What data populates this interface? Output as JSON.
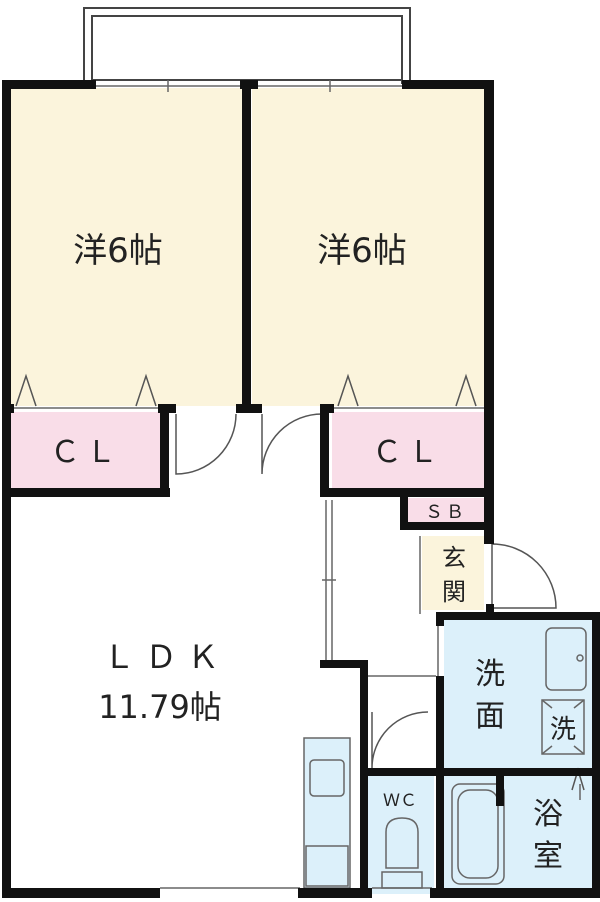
{
  "rooms": {
    "bedroom_left": {
      "label": "洋6帖"
    },
    "bedroom_right": {
      "label": "洋6帖"
    },
    "closet_left": {
      "label": "ＣＬ"
    },
    "closet_right": {
      "label": "ＣＬ"
    },
    "shoe_box": {
      "label": "ＳＢ"
    },
    "entrance": {
      "label_top": "玄",
      "label_bottom": "関"
    },
    "ldk": {
      "label_top": "ＬＤＫ",
      "label_bottom": "11.79帖"
    },
    "washroom": {
      "label_top": "洗",
      "label_bottom": "面"
    },
    "washer": {
      "label": "洗"
    },
    "toilet": {
      "label": "ＷＣ"
    },
    "bathroom": {
      "label_top": "浴",
      "label_bottom": "室"
    }
  },
  "colors": {
    "bedroom": "#fbf4dc",
    "closet": "#f9dde8",
    "water": "#dcf0fa",
    "wall": "#111111",
    "line": "#555555"
  }
}
